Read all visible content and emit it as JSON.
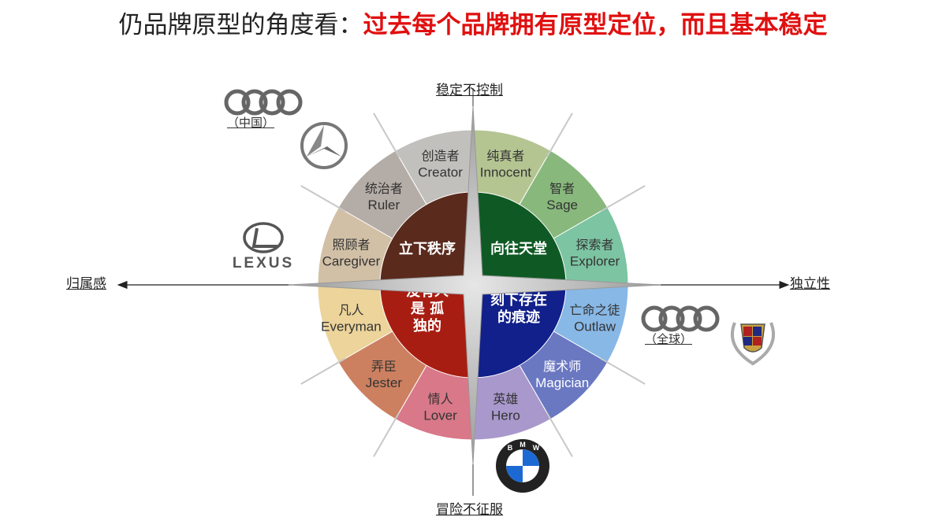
{
  "title": {
    "prefix": "仍品牌原型的角度看：",
    "highlight": "过去每个品牌拥有原型定位，而且基本稳定"
  },
  "axes": {
    "top": "稳定不控制",
    "bottom": "冒险不征服",
    "left": "归属感",
    "right": "独立性"
  },
  "quadrants": [
    {
      "label": "立下秩序",
      "color": "#5a2a1c"
    },
    {
      "label": "向往天堂",
      "color": "#0f5a24"
    },
    {
      "label": "没有人\n是 孤\n独的",
      "color": "#a81d12"
    },
    {
      "label": "刻下存在\n的痕迹",
      "color": "#11208a"
    }
  ],
  "archetypes": [
    {
      "zh": "纯真者",
      "en": "Innocent",
      "color": "#b5c592"
    },
    {
      "zh": "智者",
      "en": "Sage",
      "color": "#88b87c"
    },
    {
      "zh": "探索者",
      "en": "Explorer",
      "color": "#7cc4a2"
    },
    {
      "zh": "亡命之徒",
      "en": "Outlaw",
      "color": "#88b8e6"
    },
    {
      "zh": "魔术师",
      "en": "Magician",
      "color": "#6a78c2"
    },
    {
      "zh": "英雄",
      "en": "Hero",
      "color": "#a898cc"
    },
    {
      "zh": "情人",
      "en": "Lover",
      "color": "#d87888"
    },
    {
      "zh": "弄臣",
      "en": "Jester",
      "color": "#cc8060"
    },
    {
      "zh": "凡人",
      "en": "Everyman",
      "color": "#ecd49a"
    },
    {
      "zh": "照顾者",
      "en": "Caregiver",
      "color": "#d2c0a6"
    },
    {
      "zh": "统治者",
      "en": "Ruler",
      "color": "#b4aca6"
    },
    {
      "zh": "创造者",
      "en": "Creator",
      "color": "#c2c0bc"
    }
  ],
  "brands": {
    "audi_china_caption": "（中国）",
    "audi_global_caption": "（全球）",
    "lexus_wordmark": "LEXUS",
    "bmw_letters": [
      "B",
      "M",
      "W"
    ]
  }
}
